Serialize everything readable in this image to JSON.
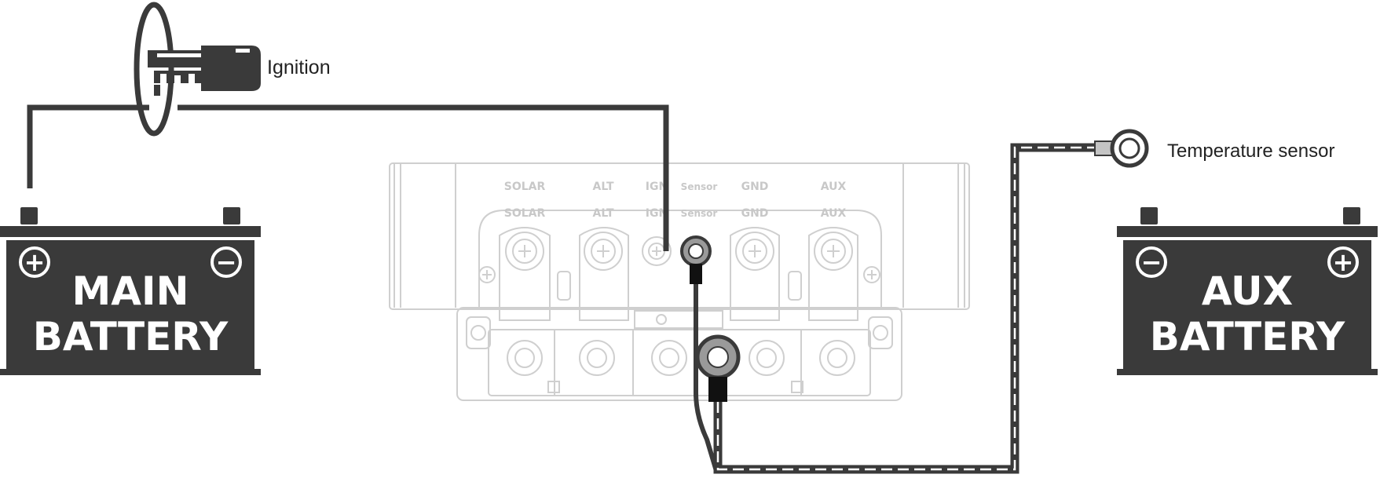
{
  "labels": {
    "ignition": "Ignition",
    "temperature_sensor": "Temperature sensor"
  },
  "main_battery": {
    "line1": "MAIN",
    "line2": "BATTERY",
    "positive": "+",
    "negative": "−"
  },
  "aux_battery": {
    "line1": "AUX",
    "line2": "BATTERY",
    "positive": "+",
    "negative": "−"
  },
  "terminals": {
    "solar": "SOLAR",
    "alt": "ALT",
    "ign": "IGN",
    "sensor": "Sensor",
    "gnd": "GND",
    "aux": "AUX"
  },
  "colors": {
    "wire": "#3a3a3a",
    "battery": "#3a3a3a",
    "device_outline": "#cfcfcf",
    "device_label": "#c8c8c8",
    "text": "#222222"
  }
}
